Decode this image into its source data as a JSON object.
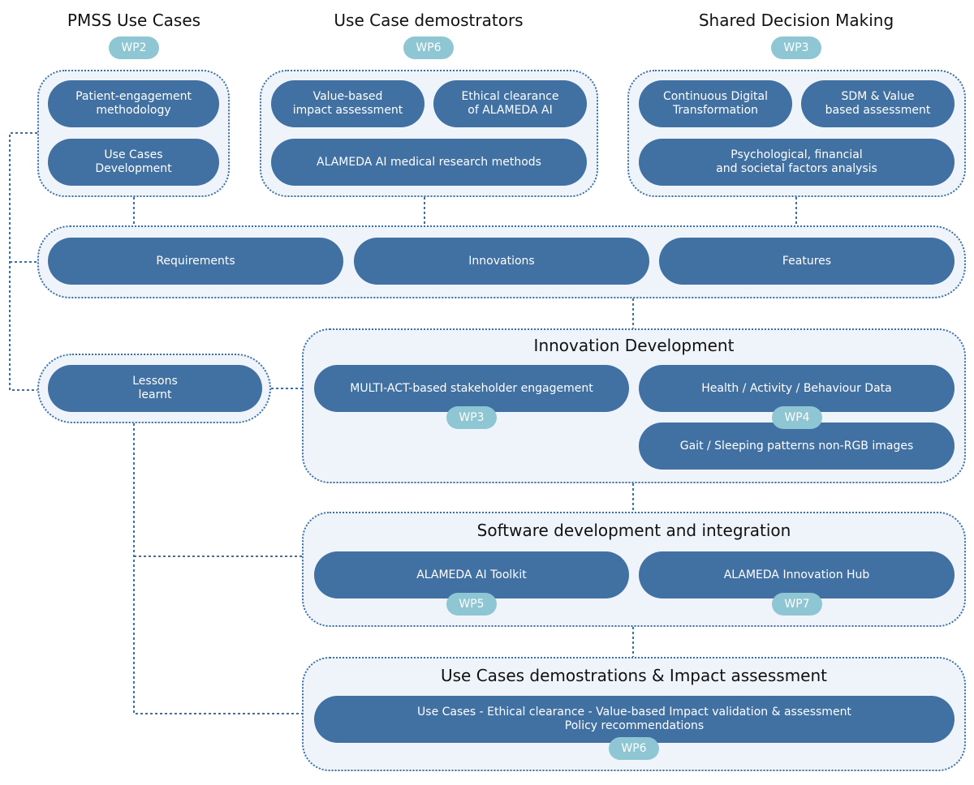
{
  "columns": {
    "pmss": {
      "title": "PMSS Use Cases",
      "badge": "WP2",
      "items": [
        "Patient-engagement\nmethodology",
        "Use Cases\nDevelopment"
      ]
    },
    "demonstrators": {
      "title": "Use Case demostrators",
      "badge": "WP6",
      "items": [
        "Value-based\nimpact assessment",
        "Ethical clearance\nof ALAMEDA AI",
        "ALAMEDA AI medical research methods"
      ]
    },
    "sdm": {
      "title": "Shared Decision Making",
      "badge": "WP3",
      "items": [
        "Continuous Digital\nTransformation",
        "SDM & Value\nbased assessment",
        "Psychological, financial\nand societal factors analysis"
      ]
    }
  },
  "rif": {
    "items": [
      "Requirements",
      "Innovations",
      "Features"
    ]
  },
  "lessons": {
    "label": "Lessons\nlearnt"
  },
  "innovation": {
    "title": "Innovation Development",
    "items": [
      "MULTI-ACT-based stakeholder engagement",
      "Health / Activity / Behaviour Data",
      "Gait / Sleeping patterns non-RGB images"
    ],
    "badges": [
      "WP3",
      "WP4"
    ]
  },
  "software": {
    "title": "Software development and integration",
    "items": [
      "ALAMEDA AI Toolkit",
      "ALAMEDA Innovation Hub"
    ],
    "badges": [
      "WP5",
      "WP7"
    ]
  },
  "demos": {
    "title": "Use Cases demostrations & Impact assessment",
    "item": "Use Cases - Ethical clearance - Value-based Impact validation & assessment\nPolicy recommendations",
    "badge": "WP6"
  },
  "colors": {
    "pill": "#4170a3",
    "badge": "#8ec7d3",
    "group_bg": "#eef4f9",
    "border": "#3b6fa8"
  }
}
